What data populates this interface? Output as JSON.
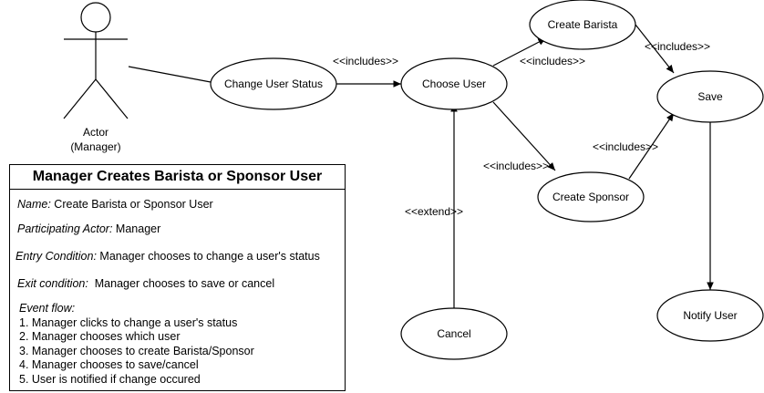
{
  "actor": {
    "name": "Actor",
    "role": "(Manager)"
  },
  "use_cases": {
    "change_status": "Change User Status",
    "choose_user": "Choose User",
    "create_barista": "Create Barista",
    "create_sponsor": "Create Sponsor",
    "save": "Save",
    "cancel": "Cancel",
    "notify": "Notify User"
  },
  "relations": {
    "includes_change_choose": "<<includes>>",
    "includes_choose_barista": "<<includes>>",
    "includes_choose_sponsor": "<<includes>>",
    "includes_barista_save": "<<includes>>",
    "includes_sponsor_save": "<<includes>>",
    "extend_cancel": "<<extend>>"
  },
  "description": {
    "title": "Manager Creates Barista or Sponsor User",
    "name_label": "Name:",
    "name_value": " Create Barista or Sponsor User",
    "actor_label": "Participating Actor:",
    "actor_value": " Manager",
    "entry_label": "Entry Condition:",
    "entry_value": " Manager chooses to change a user's status",
    "exit_label": "Exit condition:",
    "exit_value": "  Manager chooses to save or cancel",
    "flow_label": "Event flow:",
    "flow": [
      "1. Manager clicks to change a user's status",
      "2. Manager chooses which user",
      "3. Manager chooses to create Barista/Sponsor",
      "4. Manager chooses to save/cancel",
      "5. User is notified if change occured"
    ]
  }
}
